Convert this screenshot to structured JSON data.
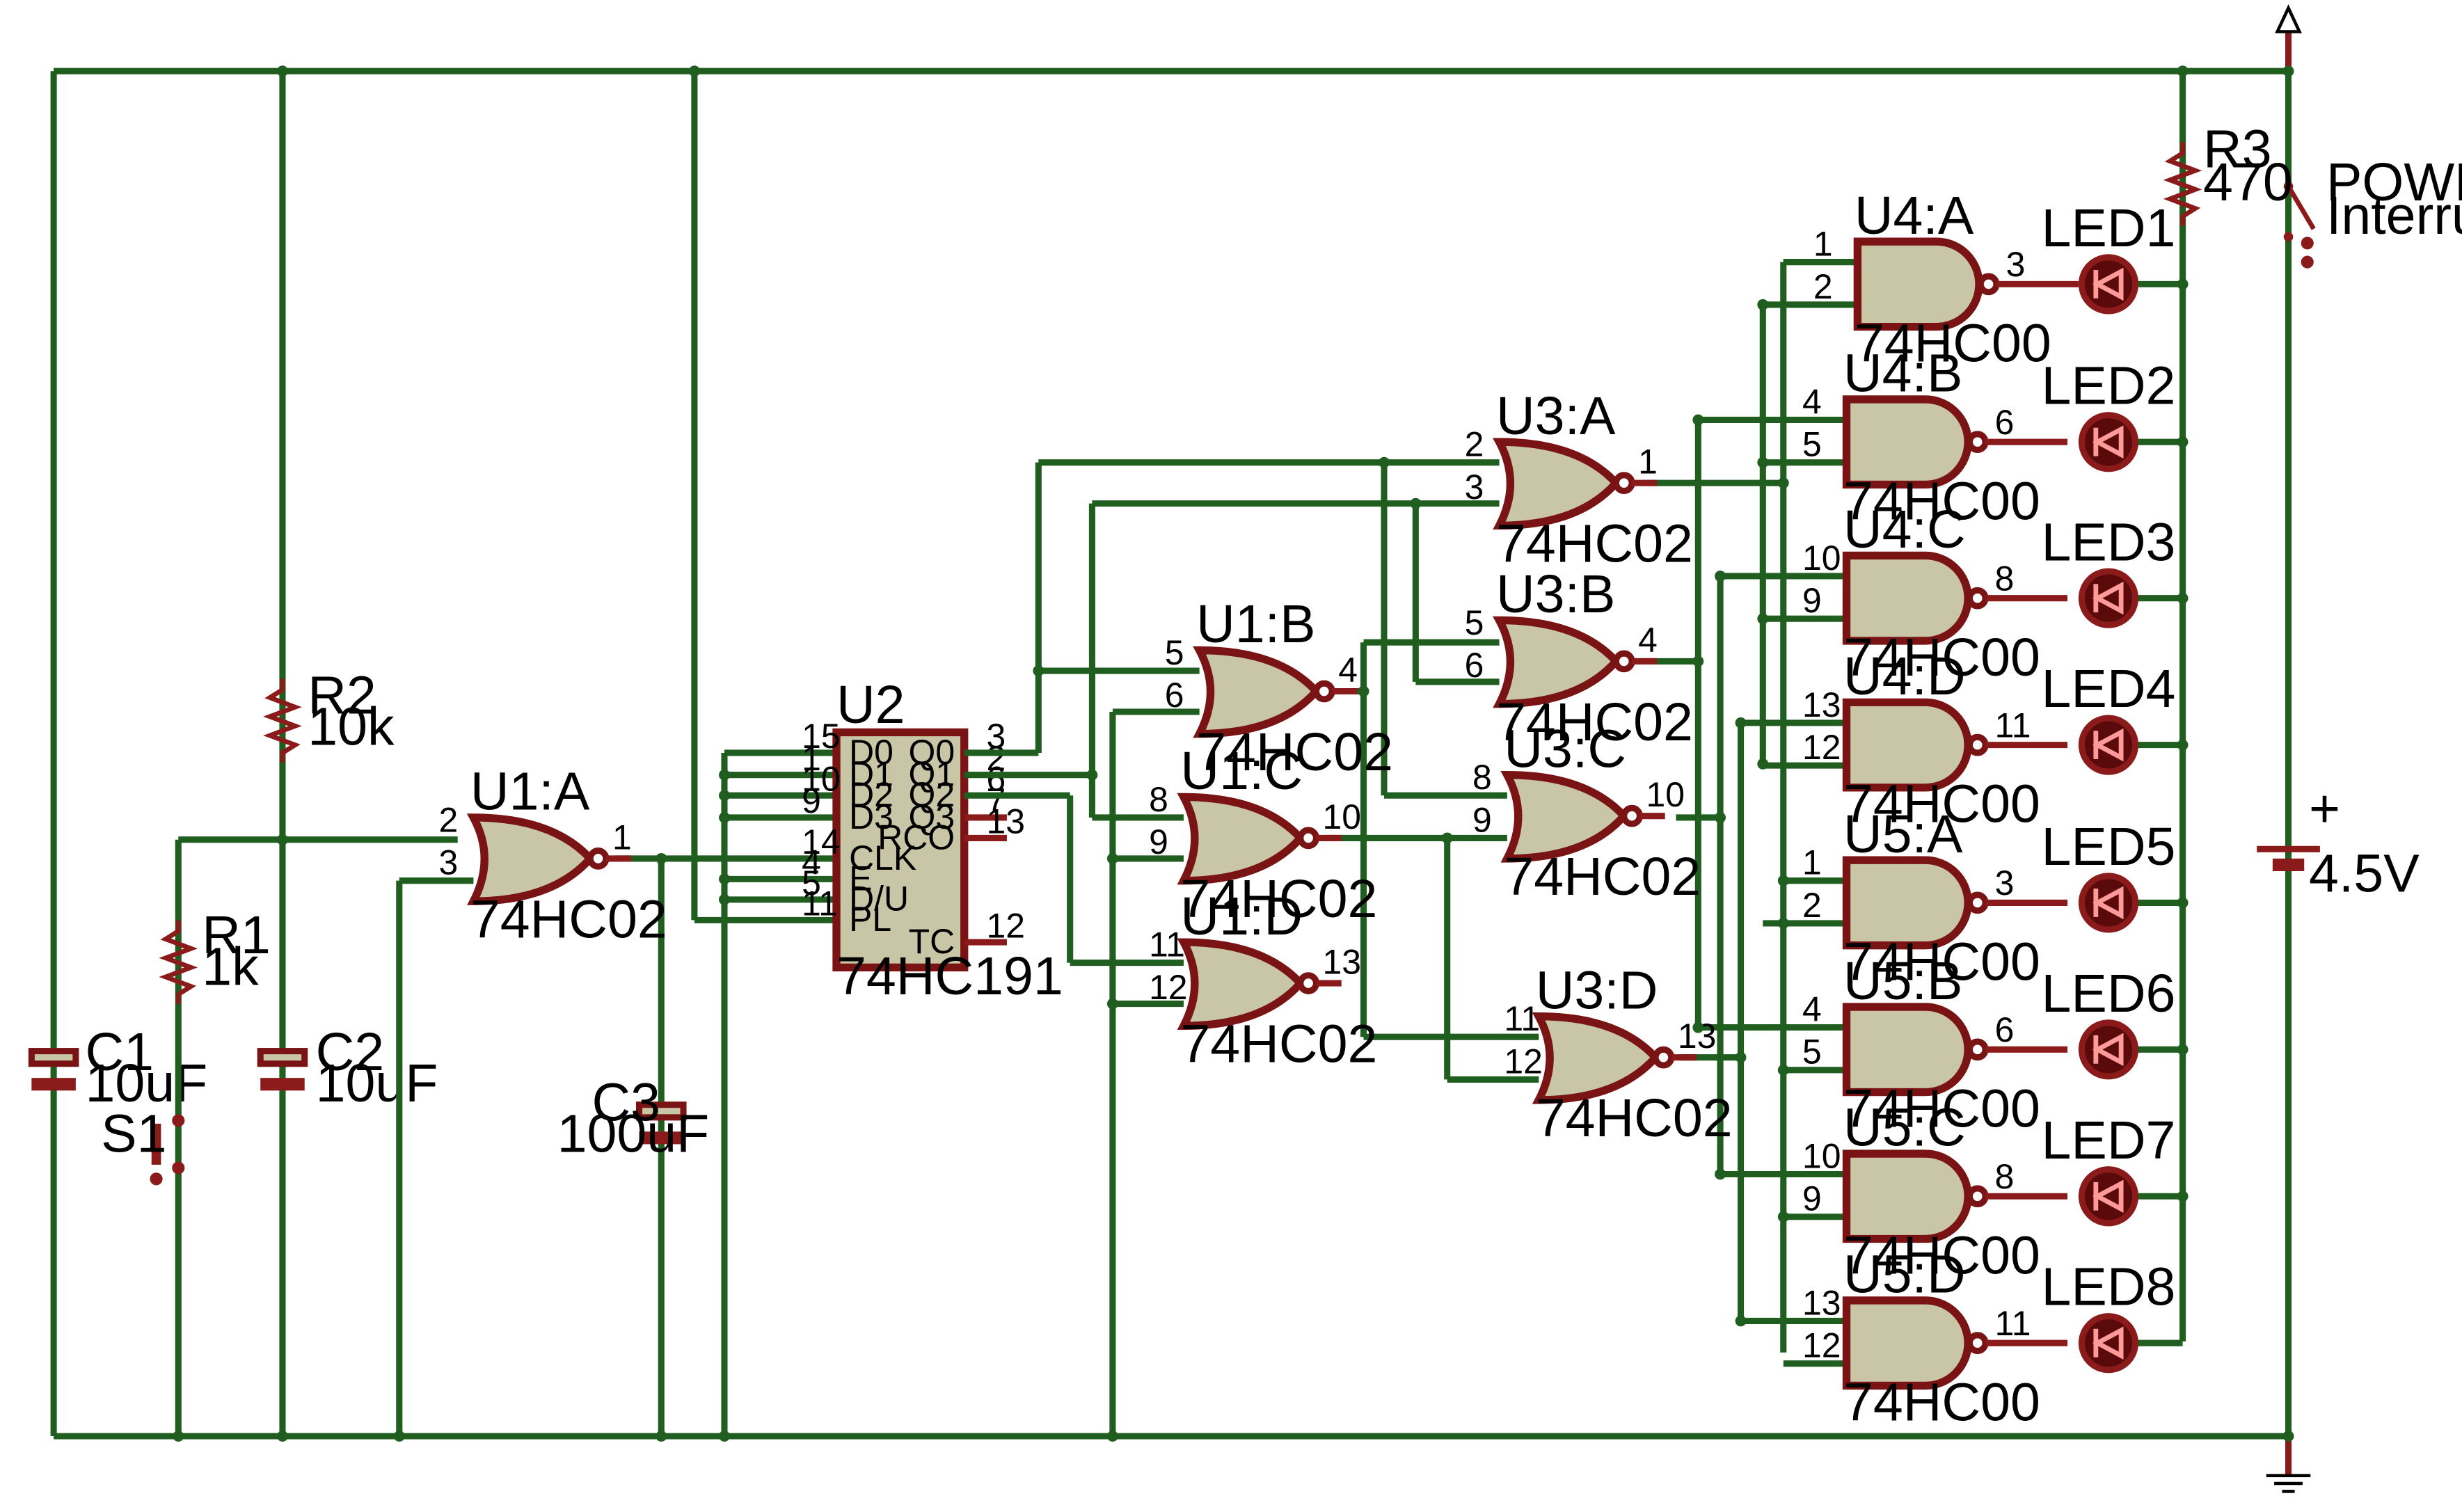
{
  "resistors": {
    "r1": {
      "name": "R1",
      "value": "1k"
    },
    "r2": {
      "name": "R2",
      "value": "10k"
    },
    "r3": {
      "name": "R3",
      "value": "470"
    }
  },
  "capacitors": {
    "c1": {
      "name": "C1",
      "value": "10uF"
    },
    "c2": {
      "name": "C2",
      "value": "10uF"
    },
    "c3": {
      "name": "C3",
      "value": "100uF"
    }
  },
  "switch": {
    "name": "S1"
  },
  "power_switch": {
    "name": "POWER",
    "sub": "Interrupteur"
  },
  "battery": {
    "value": "4.5V",
    "plus": "+"
  },
  "counter": {
    "name": "U2",
    "part": "74HC191",
    "left_pins": [
      {
        "num": "15",
        "label": "D0"
      },
      {
        "num": "1",
        "label": "D1"
      },
      {
        "num": "10",
        "label": "D2"
      },
      {
        "num": "9",
        "label": "D3"
      },
      {
        "num": "14",
        "label": "CLK"
      },
      {
        "num": "4",
        "label": "E"
      },
      {
        "num": "5",
        "label": "D/U"
      },
      {
        "num": "11",
        "label": "PL"
      }
    ],
    "right_pins": [
      {
        "num": "3",
        "label": "Q0"
      },
      {
        "num": "2",
        "label": "Q1"
      },
      {
        "num": "6",
        "label": "Q2"
      },
      {
        "num": "7",
        "label": "Q3"
      },
      {
        "num": "13",
        "label": "RCO"
      },
      {
        "num": "12",
        "label": "TC"
      }
    ]
  },
  "nor_gates": [
    {
      "id": "u1a",
      "name": "U1:A",
      "part": "74HC02",
      "in1": "2",
      "in2": "3",
      "out": "1"
    },
    {
      "id": "u1b",
      "name": "U1:B",
      "part": "74HC02",
      "in1": "5",
      "in2": "6",
      "out": "4"
    },
    {
      "id": "u1c",
      "name": "U1:C",
      "part": "74HC02",
      "in1": "8",
      "in2": "9",
      "out": "10"
    },
    {
      "id": "u1d",
      "name": "U1:D",
      "part": "74HC02",
      "in1": "11",
      "in2": "12",
      "out": "13"
    },
    {
      "id": "u3a",
      "name": "U3:A",
      "part": "74HC02",
      "in1": "2",
      "in2": "3",
      "out": "1"
    },
    {
      "id": "u3b",
      "name": "U3:B",
      "part": "74HC02",
      "in1": "5",
      "in2": "6",
      "out": "4"
    },
    {
      "id": "u3c",
      "name": "U3:C",
      "part": "74HC02",
      "in1": "8",
      "in2": "9",
      "out": "10"
    },
    {
      "id": "u3d",
      "name": "U3:D",
      "part": "74HC02",
      "in1": "11",
      "in2": "12",
      "out": "13"
    }
  ],
  "nand_gates": [
    {
      "name": "U4:A",
      "part": "74HC00",
      "in1": "1",
      "in2": "2",
      "out": "3"
    },
    {
      "name": "U4:B",
      "part": "74HC00",
      "in1": "4",
      "in2": "5",
      "out": "6"
    },
    {
      "name": "U4:C",
      "part": "74HC00",
      "in1": "10",
      "in2": "9",
      "out": "8"
    },
    {
      "name": "U4:D",
      "part": "74HC00",
      "in1": "13",
      "in2": "12",
      "out": "11"
    },
    {
      "name": "U5:A",
      "part": "74HC00",
      "in1": "1",
      "in2": "2",
      "out": "3"
    },
    {
      "name": "U5:B",
      "part": "74HC00",
      "in1": "4",
      "in2": "5",
      "out": "6"
    },
    {
      "name": "U5:C",
      "part": "74HC00",
      "in1": "10",
      "in2": "9",
      "out": "8"
    },
    {
      "name": "U5:D",
      "part": "74HC00",
      "in1": "13",
      "in2": "12",
      "out": "11"
    }
  ],
  "leds": [
    "LED1",
    "LED2",
    "LED3",
    "LED4",
    "LED5",
    "LED6",
    "LED7",
    "LED8"
  ]
}
